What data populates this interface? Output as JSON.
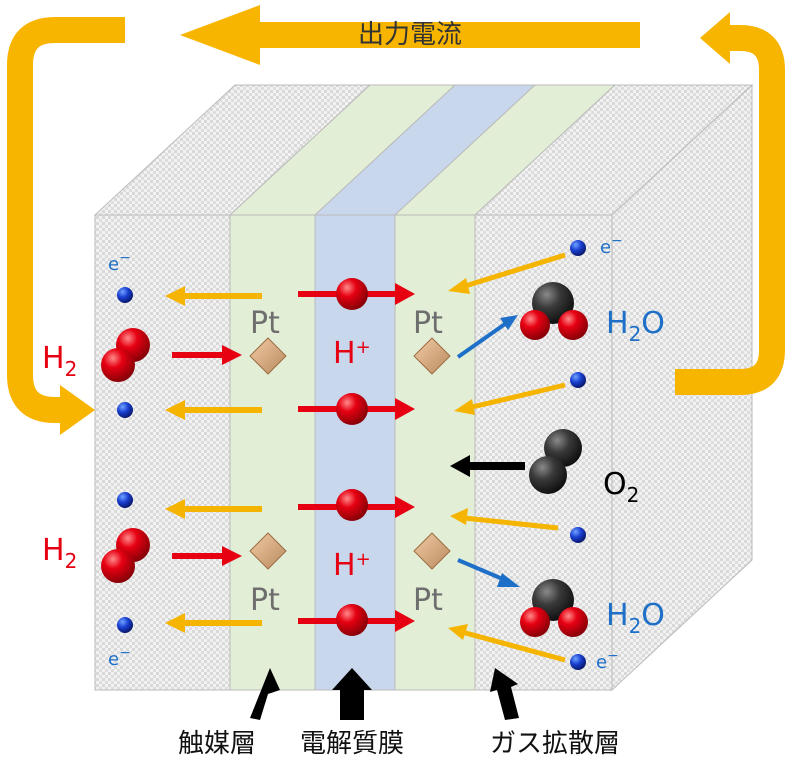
{
  "current_label": "出力電流",
  "electron": "e",
  "minus": "−",
  "h2": {
    "base": "H",
    "sub": "2"
  },
  "hplus": {
    "base": "H",
    "sup": "+"
  },
  "pt": "Pt",
  "h2o": {
    "h": "H",
    "sub": "2",
    "o": "O"
  },
  "o2": {
    "base": "O",
    "sub": "2"
  },
  "bottom_labels": {
    "catalyst": "触媒層",
    "membrane": "電解質膜",
    "gdl": "ガス拡散層"
  },
  "colors": {
    "arrow_orange": "#F5B400",
    "current_orange": "#F7B500",
    "red": "#E60012",
    "blue": "#1E6FC8",
    "catalyst_layer": "#E3EED6",
    "membrane": "#C9D7EC",
    "gdl": "#EBEBEB",
    "dark_atom": "#333333",
    "pt_color": "#6E6E6E"
  }
}
